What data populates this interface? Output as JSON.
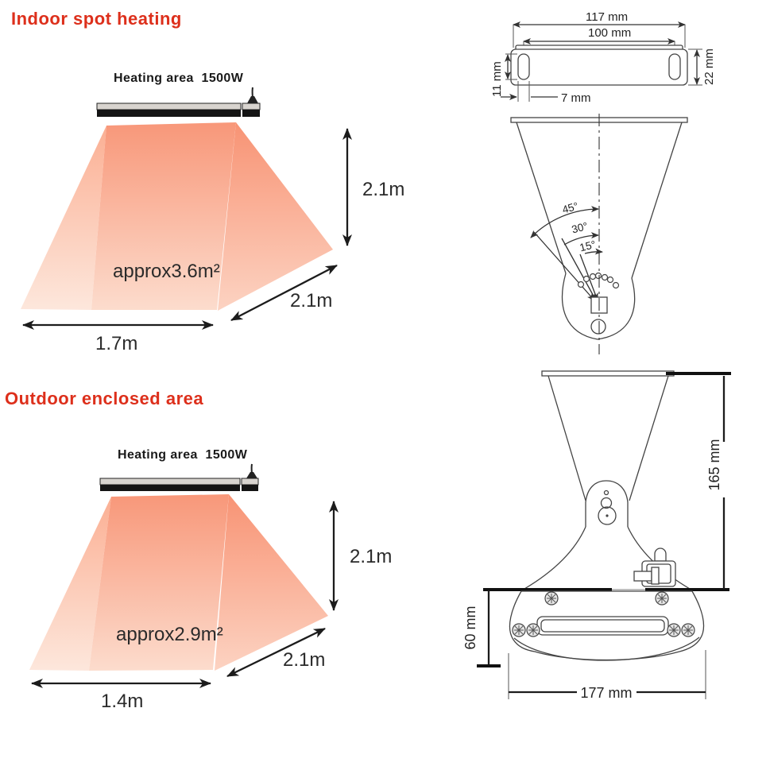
{
  "colors": {
    "title_red": "#dd2f1b",
    "drawing_line": "#444444",
    "heat_top": "#f89779",
    "heat_bottom": "#fcdccd"
  },
  "indoor": {
    "title": "Indoor spot heating",
    "heater_label": "Heating area  1500W",
    "height_dim": "2.1m",
    "area_label": "approx3.6m²",
    "depth_dim": "2.1m",
    "width_dim": "1.7m"
  },
  "outdoor": {
    "title": "Outdoor enclosed area",
    "heater_label": "Heating area  1500W",
    "height_dim": "2.1m",
    "area_label": "approx2.9m²",
    "depth_dim": "2.1m",
    "width_dim": "1.4m"
  },
  "bracket_top_view": {
    "overall_width": "117 mm",
    "hole_spacing": "100 mm",
    "slot_length": "11 mm",
    "bracket_depth": "22 mm",
    "slot_width": "7 mm"
  },
  "tilt_view": {
    "angle_max": "45°",
    "angle_mid": "30°",
    "angle_min": "15°"
  },
  "side_view": {
    "bracket_height": "165 mm",
    "body_height": "60 mm",
    "body_width": "177 mm"
  }
}
